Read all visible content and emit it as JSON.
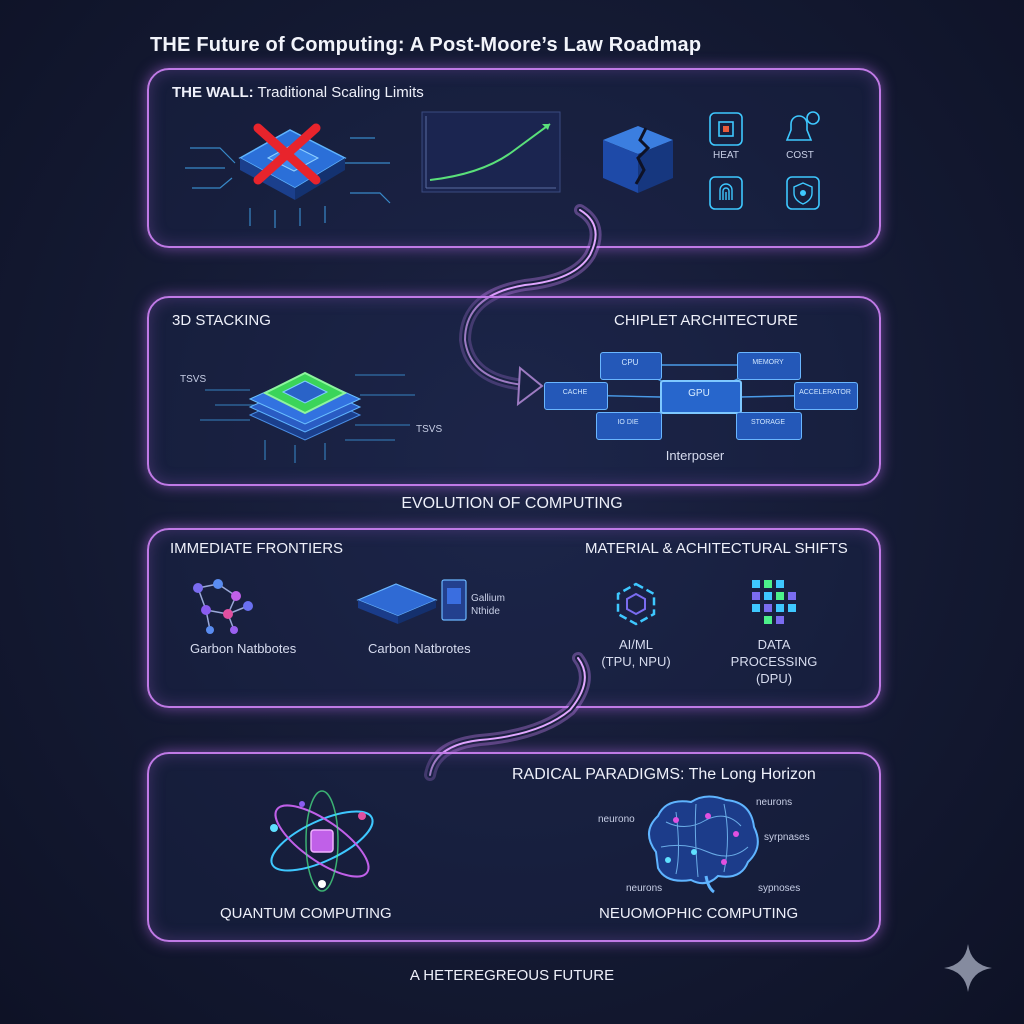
{
  "title": "THE Future of Computing: A Post-Moore’s Law Roadmap",
  "wall": {
    "heading_bold": "THE WALL:",
    "heading_rest": " Traditional Scaling Limits",
    "icons": [
      {
        "label": "HEAT",
        "icon": "chip-heat-icon"
      },
      {
        "label": "COST",
        "icon": "cost-bell-icon"
      },
      {
        "label": "",
        "icon": "fingerprint-icon"
      },
      {
        "label": "",
        "icon": "shield-icon"
      }
    ]
  },
  "stacking": {
    "heading": "3D STACKING",
    "tsv_left": "TSVS",
    "tsv_right": "TSVS"
  },
  "chiplet": {
    "heading": "CHIPLET ARCHITECTURE",
    "chips": [
      "CPU",
      "MEMORY",
      "CACHE",
      "GPU",
      "ACCELERATOR",
      "IO DIE",
      "STORAGE"
    ],
    "interposer": "Interposer"
  },
  "evolution": "EVOLUTION OF COMPUTING",
  "frontiers": {
    "heading": "IMMEDIATE FRONTIERS",
    "item1": "Garbon Natbbotes",
    "item2": "Carbon Natbrotes",
    "gallium_line1": "Gallium",
    "gallium_line2": "Nthide"
  },
  "shifts": {
    "heading": "MATERIAL & ACHITECTURAL SHIFTS",
    "ai_line1": "AI/ML",
    "ai_line2": "(TPU, NPU)",
    "dp_line1": "DATA",
    "dp_line2": "PROCESSING",
    "dp_line3": "(DPU)"
  },
  "radical": {
    "heading": "RADICAL PARADIGMS: The Long Horizon",
    "quantum": "QUANTUM COMPUTING",
    "neuro": "NEUOMOPHIC COMPUTING",
    "brain_labels": {
      "neurons_top": "neurons",
      "neurono_left": "neurono",
      "sypnases_right": "syrpnases",
      "neurons_bottom": "neurons",
      "sypnases_bottom": "sypnoses"
    }
  },
  "footer": "A HETEREGREOUS FUTURE",
  "colors": {
    "panel_border": "#c07ae6",
    "accent_cyan": "#3ec8ff",
    "accent_green": "#4cf08a",
    "red_x": "#e8242c"
  }
}
